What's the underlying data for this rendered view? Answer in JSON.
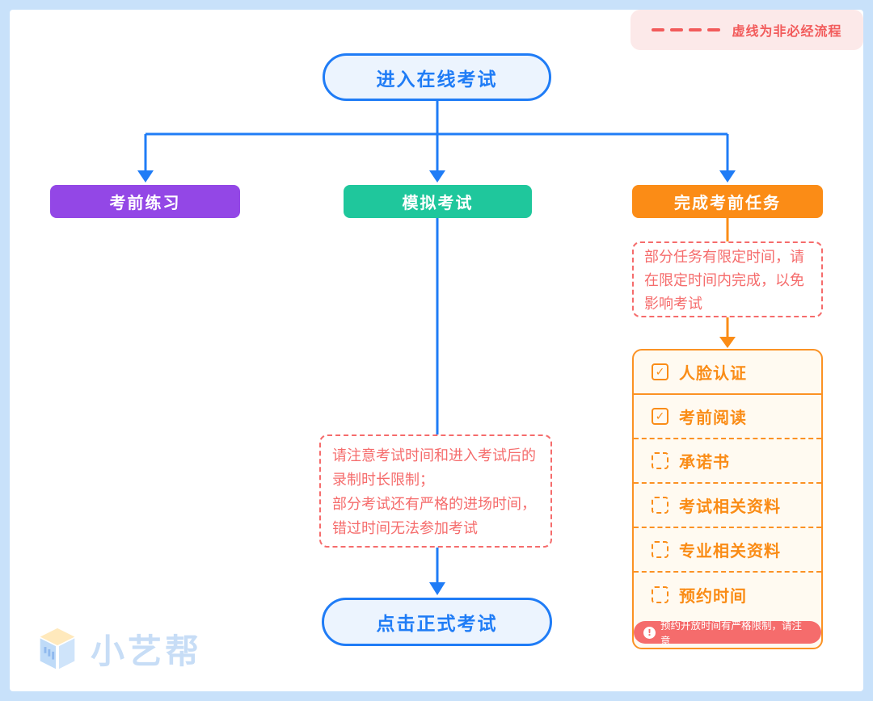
{
  "legend": {
    "label": "虚线为非必经流程"
  },
  "flow": {
    "start": {
      "label": "进入在线考试"
    },
    "branches": [
      {
        "label": "考前练习",
        "color": "#9347E6"
      },
      {
        "label": "模拟考试",
        "color": "#1FC79C"
      },
      {
        "label": "完成考前任务",
        "color": "#FB8C16"
      }
    ],
    "task_note": {
      "text": "部分任务有限定时间，请\n在限定时间内完成，以免\n影响考试"
    },
    "exam_note": {
      "text": "请注意考试时间和进入考试后的\n录制时长限制；\n部分考试还有严格的进场时间，\n错过时间无法参加考试"
    },
    "final": {
      "label": "点击正式考试"
    }
  },
  "checklist": {
    "items": [
      {
        "label": "人脸认证",
        "checked": true
      },
      {
        "label": "考前阅读",
        "checked": true
      },
      {
        "label": "承诺书",
        "checked": false
      },
      {
        "label": "考试相关资料",
        "checked": false
      },
      {
        "label": "专业相关资料",
        "checked": false
      },
      {
        "label": "预约时间",
        "checked": false
      }
    ],
    "warning": "预约开放时间有严格限制，请注意"
  },
  "icons": {
    "check": "✓",
    "warning": "!"
  },
  "logo": {
    "text": "小艺帮"
  },
  "colors": {
    "background": "#C8E1FA",
    "blue": "#1F7CF6",
    "purple": "#9347E6",
    "green": "#1FC79C",
    "orange": "#FB8C16",
    "pink_red": "#F56C6C",
    "legend_bg": "#FCE9E9",
    "checklist_bg": "#FFFAF1"
  }
}
